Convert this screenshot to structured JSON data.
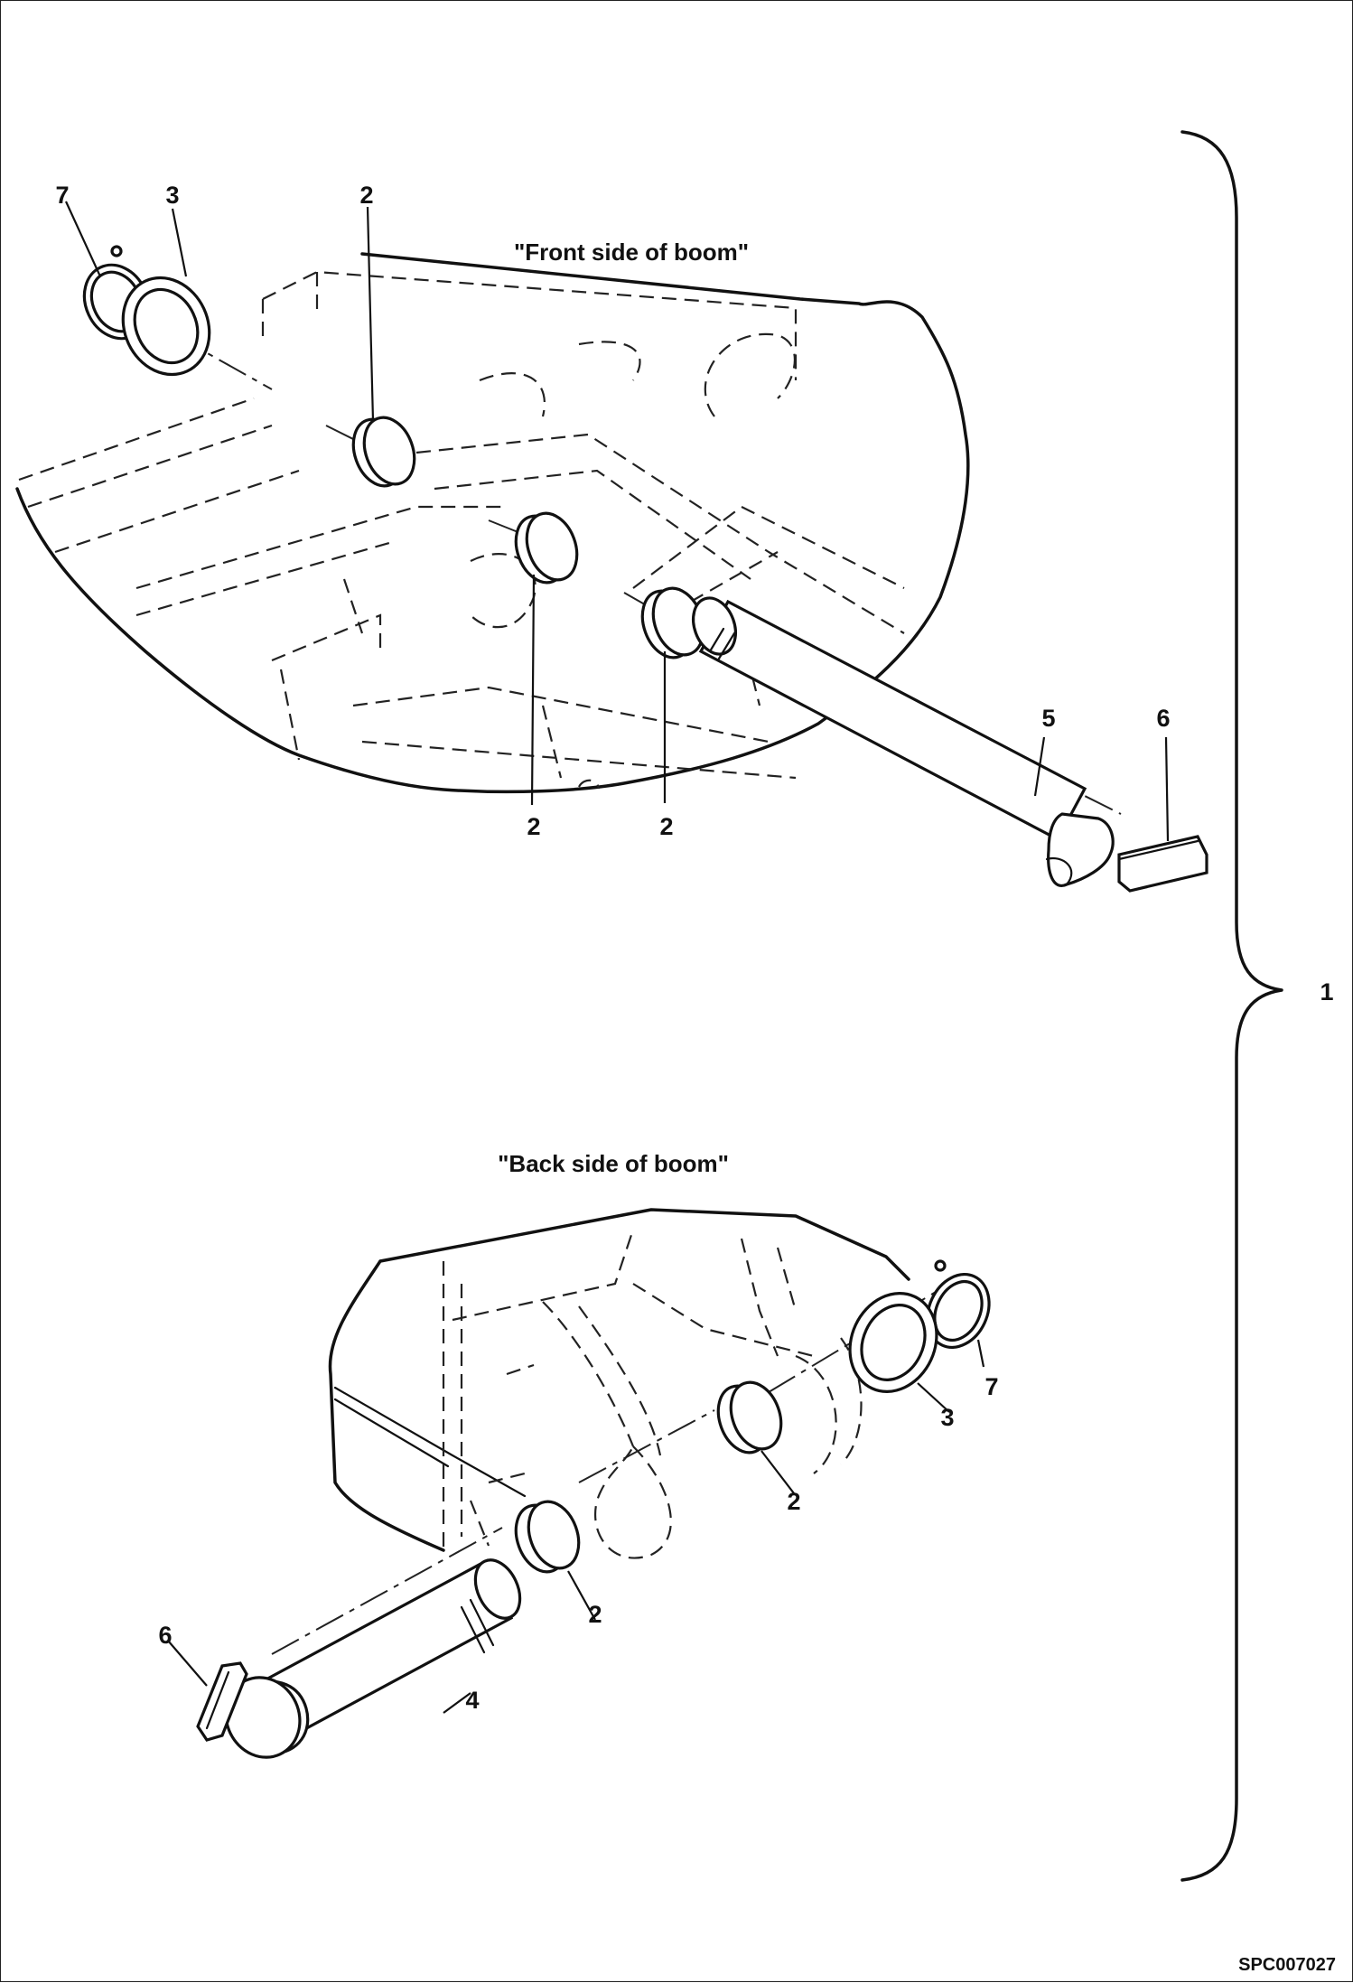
{
  "figure_id": "SPC007027",
  "views": [
    {
      "id": "front",
      "caption": "\"Front side of boom\""
    },
    {
      "id": "back",
      "caption": "\"Back side of boom\""
    }
  ],
  "assembly_callout": "1",
  "callouts": {
    "front": [
      "7",
      "3",
      "2",
      "2",
      "2",
      "5",
      "6"
    ],
    "back": [
      "7",
      "3",
      "2",
      "2",
      "6",
      "4"
    ]
  }
}
